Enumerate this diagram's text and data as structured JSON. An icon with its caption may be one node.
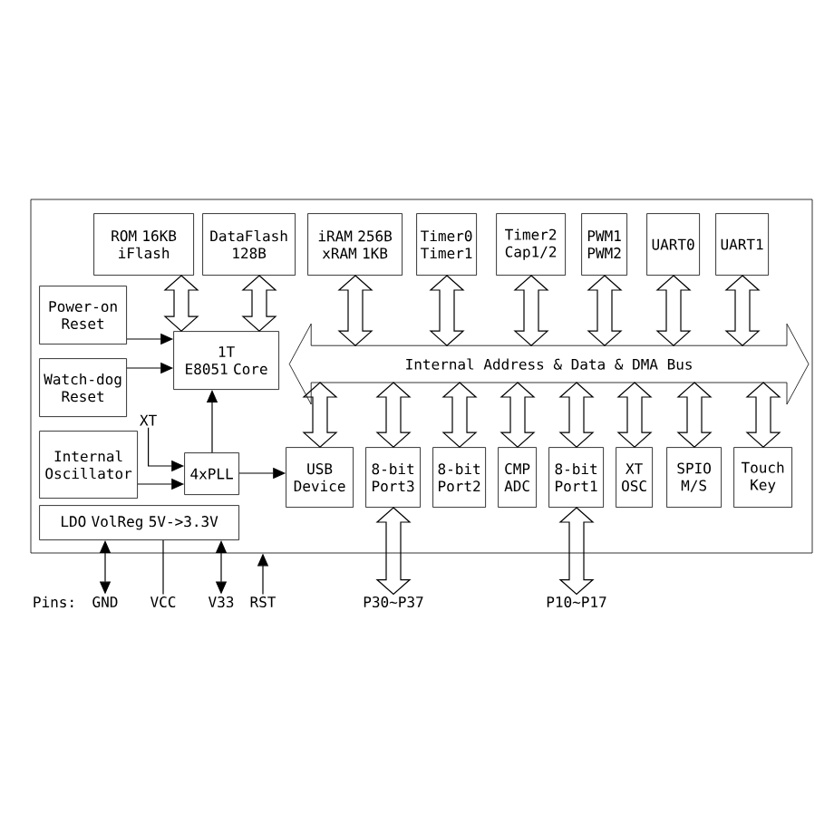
{
  "diagram": {
    "nodes": [
      {
        "text": [],
        "shape": "box"
      },
      {
        "text": [
          "ROM 16KB iFlash"
        ],
        "in": 0
      },
      {
        "text": [
          "DataFlash 128B"
        ],
        "in": 0
      },
      {
        "text": [
          "iRAM 256B xRAM 1KB"
        ],
        "in": 0
      },
      {
        "text": [
          "Timer0 Timer1"
        ],
        "in": 0
      },
      {
        "text": [
          "Timer2 Cap1/2"
        ],
        "in": 0
      },
      {
        "text": [
          "PWM1 PWM2"
        ],
        "in": 0
      },
      {
        "text": [
          "UART0"
        ],
        "in": 0
      },
      {
        "text": [
          "UART1"
        ],
        "in": 0
      },
      {
        "text": [
          "Power-on Reset"
        ],
        "in": 0
      },
      {
        "text": [
          "1T",
          "E8051 Core"
        ],
        "in": 0
      },
      {
        "text": [
          "Internal Address & Data & DMA Bus"
        ],
        "in": 0
      },
      {
        "text": [
          "Watch-dog Reset"
        ],
        "in": 0
      },
      {
        "text": [
          "XT"
        ],
        "in": 0
      },
      {
        "text": [
          "Internal Oscillator"
        ],
        "in": 0
      },
      {
        "text": [
          "4xPLL"
        ],
        "in": 0
      },
      {
        "text": [
          "USB Device"
        ],
        "in": 0
      },
      {
        "text": [
          "8-bit Port3"
        ],
        "in": 0
      },
      {
        "text": [
          "8-bit Port2"
        ],
        "in": 0
      },
      {
        "text": [
          "CMP ADC"
        ],
        "in": 0
      },
      {
        "text": [
          "8-bit Port1"
        ],
        "in": 0
      },
      {
        "text": [
          "XT OSC"
        ],
        "in": 0
      },
      {
        "text": [
          "SPIO M/S"
        ],
        "in": 0
      },
      {
        "text": [
          "Touch Key"
        ],
        "in": 0
      },
      {
        "text": [
          "LDO VolReg 5V->3.3V"
        ],
        "in": 0
      },
      {
        "text": [
          "GND"
        ]
      },
      {
        "text": [
          "VCC"
        ]
      },
      {
        "text": [
          "V33"
        ]
      },
      {
        "text": [
          "RST"
        ]
      },
      {
        "text": [
          "P30~P37"
        ]
      },
      {
        "text": [
          "P10~P17"
        ]
      }
    ],
    "edges": [
      {
        "from": 9,
        "to": 10,
        "arrow": "to"
      },
      {
        "from": 12,
        "to": 10,
        "arrow": "to"
      },
      {
        "from": 15,
        "to": 10,
        "arrow": "to"
      },
      {
        "from": 13,
        "to": 15,
        "arrow": "to"
      },
      {
        "from": 14,
        "to": 15,
        "arrow": "to"
      },
      {
        "from": 15,
        "to": 16,
        "arrow": "to"
      },
      {
        "from": 1,
        "to": 10,
        "arrow": "both",
        "style": "thick"
      },
      {
        "from": 2,
        "to": 10,
        "arrow": "both",
        "style": "thick"
      },
      {
        "from": 3,
        "to": 11,
        "arrow": "both",
        "style": "thick"
      },
      {
        "from": 4,
        "to": 11,
        "arrow": "both",
        "style": "thick"
      },
      {
        "from": 5,
        "to": 11,
        "arrow": "both",
        "style": "thick"
      },
      {
        "from": 6,
        "to": 11,
        "arrow": "both",
        "style": "thick"
      },
      {
        "from": 7,
        "to": 11,
        "arrow": "both",
        "style": "thick"
      },
      {
        "from": 8,
        "to": 11,
        "arrow": "both",
        "style": "thick"
      },
      {
        "from": 11,
        "to": 16,
        "arrow": "both",
        "style": "thick"
      },
      {
        "from": 11,
        "to": 17,
        "arrow": "both",
        "style": "thick"
      },
      {
        "from": 11,
        "to": 18,
        "arrow": "both",
        "style": "thick"
      },
      {
        "from": 11,
        "to": 19,
        "arrow": "both",
        "style": "thick"
      },
      {
        "from": 11,
        "to": 20,
        "arrow": "both",
        "style": "thick"
      },
      {
        "from": 11,
        "to": 21,
        "arrow": "both",
        "style": "thick"
      },
      {
        "from": 11,
        "to": 22,
        "arrow": "both",
        "style": "thick"
      },
      {
        "from": 11,
        "to": 23,
        "arrow": "both",
        "style": "thick"
      },
      {
        "from": 17,
        "to": 29,
        "arrow": "both",
        "style": "thick"
      },
      {
        "from": 20,
        "to": 30,
        "arrow": "both",
        "style": "thick"
      },
      {
        "from": 24,
        "to": 25,
        "arrow": "both"
      },
      {
        "from": 26,
        "to": 24,
        "arrow": "none"
      },
      {
        "from": 24,
        "to": 27,
        "arrow": "both"
      },
      {
        "from": 28,
        "to": 0,
        "arrow": "to"
      }
    ],
    "labels": [
      "Pins:"
    ]
  }
}
